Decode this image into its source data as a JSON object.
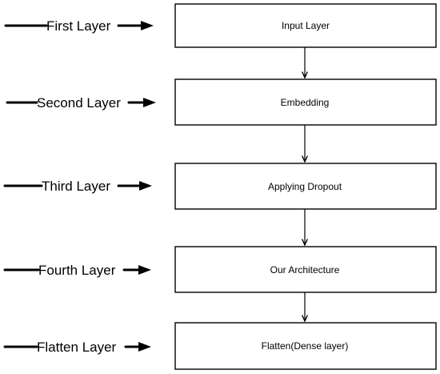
{
  "layers": [
    {
      "side_label": "First Layer",
      "box_label": "Input Layer"
    },
    {
      "side_label": "Second Layer",
      "box_label": "Embedding"
    },
    {
      "side_label": "Third Layer",
      "box_label": "Applying Dropout"
    },
    {
      "side_label": "Fourth Layer",
      "box_label": "Our Architecture"
    },
    {
      "side_label": "Flatten Layer",
      "box_label": "Flatten(Dense layer)"
    }
  ]
}
